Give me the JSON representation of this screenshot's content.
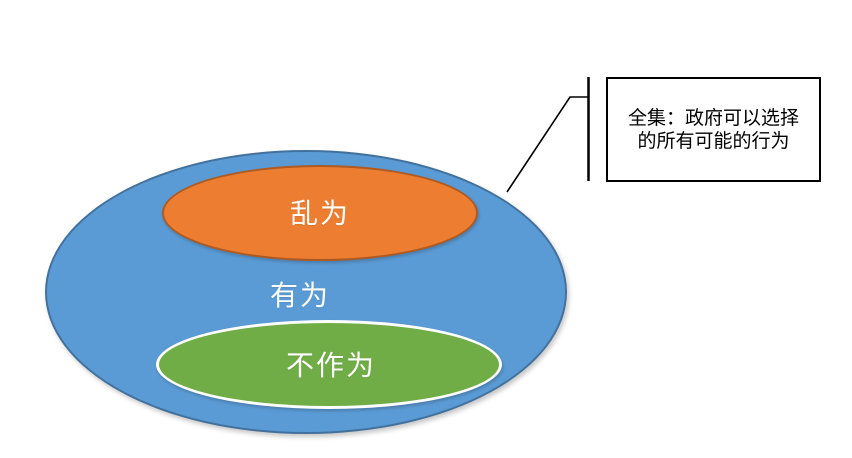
{
  "page": {
    "background": "#FFFFFF"
  },
  "diagram": {
    "outer_set": {
      "label": "有为",
      "fill": "#5B9BD5",
      "border_color": "#41719C",
      "label_color": "#FFFFFF"
    },
    "subset_top": {
      "label": "乱为",
      "fill": "#ED7D31",
      "border_color": "#AE5A21",
      "label_color": "#FFFFFF"
    },
    "subset_bottom": {
      "label": "不作为",
      "fill": "#70AD47",
      "border_color": "#FFFFFF",
      "label_color": "#FFFFFF"
    },
    "callout": {
      "text_line1": "全集：政府可以选择",
      "text_line2": "的所有可能的行为",
      "fill": "#FFFFFF",
      "border_color": "#000000",
      "text_color": "#000000",
      "connector_color": "#000000"
    }
  }
}
